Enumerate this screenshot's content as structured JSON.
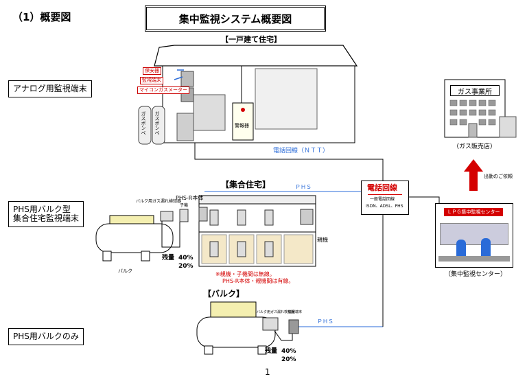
{
  "section_heading": "（1）概要図",
  "title": "集中監視システム概要図",
  "house": {
    "heading": "【一戸建て住宅】"
  },
  "house_tags": [
    "保安器",
    "監視端末",
    "マイコンガスメーター"
  ],
  "house_cylinders": [
    "ガスボンベ",
    "ガスボンベ"
  ],
  "alarm_label": "警報器",
  "left_labels": {
    "analog": "アナログ用監視端末",
    "phs_bulk_line1": "PHS用バルク型",
    "phs_bulk_line2": "集合住宅監視端末",
    "phs_bulk_only": "PHS用バルクのみ"
  },
  "phone_line_ntt": "電話回線（ＮＴＴ）",
  "phone_box": {
    "title": "電話回線",
    "line1": "一般電話回線",
    "line2": "ISDN、ADSL、PHS"
  },
  "gas_office": {
    "sign": "ガス事業所",
    "caption": "（ガス販売店）"
  },
  "dispatch": "出動のご依頼",
  "center": {
    "sign": "ＬＰＧ集中監視センター",
    "caption": "（集中監視センター）"
  },
  "apartment": {
    "heading": "【集合住宅】",
    "phs_label": "ＰＨＳ",
    "leak_detector": "バルク用ガス漏れ検知器",
    "phs_body": "PHS-R本体",
    "child": "子機",
    "parent": "親機",
    "remaining_label": "残量",
    "remaining_1": "40%",
    "remaining_2": "20%",
    "bulk_caption": "バルク",
    "note1": "※親機・子機間は無線。",
    "note2": "PHS-R本体・親機間は有線。"
  },
  "bulk_only": {
    "heading": "【バルク】",
    "phs_label": "ＰＨＳ",
    "detector": "バルク用ガス漏れ検知器",
    "device": "監視端末",
    "remaining_label": "残量",
    "remaining_1": "40%",
    "remaining_2": "20%"
  },
  "page_number": "1",
  "colors": {
    "accent_red": "#d40000",
    "line_blue": "#2a6bd8",
    "tank_yellow": "#f4efb0"
  }
}
